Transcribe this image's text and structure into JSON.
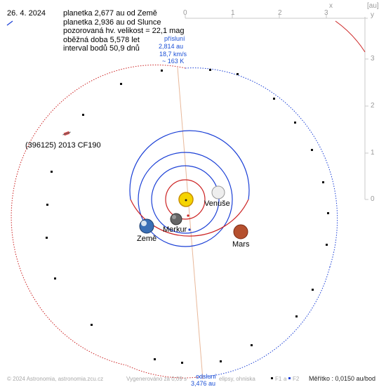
{
  "header": {
    "date": "26. 4. 2024",
    "lines": [
      "planetka 2,677 au od Země",
      "planetka 2,936 au od Slunce",
      "pozorovaná hv. velikost = 22,1 mag",
      "oběžná doba 5,578 let",
      "interval bodů 50,9 dnů"
    ]
  },
  "object_name": "(396125) 2013 CF190",
  "perihelion": {
    "title": "přísluní",
    "distance": "2,814 au",
    "speed": "18,7 km/s",
    "temperature": "~ 163 K"
  },
  "aphelion": {
    "title": "odsluní",
    "distance": "3,476 au"
  },
  "planets": [
    {
      "name": "Venuše",
      "color": "#eeeeee"
    },
    {
      "name": "Merkur",
      "color": "#666666"
    },
    {
      "name": "Země",
      "color": "#3a6fb5"
    },
    {
      "name": "Mars",
      "color": "#b5502e"
    }
  ],
  "axes": {
    "unit": "[au]",
    "x_label": "x",
    "y_label": "y",
    "x_ticks": [
      "0",
      "1",
      "2",
      "3"
    ],
    "y_ticks": [
      "3",
      "2",
      "1",
      "0"
    ]
  },
  "footer": {
    "copyright": "© 2024 Astronomia, astronomia.zcu.cz",
    "generated": "Vygenerováno za 0,09 s",
    "obscured": "elipsy, ohniska",
    "f1": "F1",
    "a": "a",
    "f2": "F2",
    "scale": "Měřítko : 0,0150 au/bod"
  },
  "colors": {
    "asteroid_orbit": "#cc2222",
    "planet_orbit": "#1a3fd6",
    "mercury_orbit": "#cc2222",
    "sun": "#f5d400",
    "axis_line": "#e8b89a",
    "asteroid_marker": "#cc2222"
  }
}
